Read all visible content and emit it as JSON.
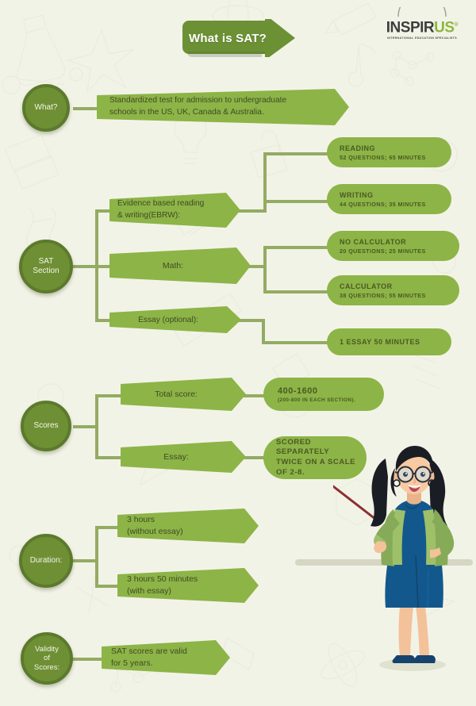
{
  "header": {
    "banner_title": "What is SAT?",
    "logo": {
      "word_part1": "INSPIR",
      "word_part2": "US",
      "registered": "®",
      "tagline": "INTERNATIONAL EDUCATION SPECIALISTS"
    }
  },
  "colors": {
    "background": "#f2f3e7",
    "pill_green": "#8db447",
    "node_green": "#6f8f35",
    "node_ring": "#5b7a2c",
    "connector": "#93ab63",
    "banner_green": "#6b9134",
    "text_dark": "#3f4a24",
    "logo_accent": "#8cb73e",
    "shelf": "#d5d6c4",
    "dress_blue": "#13588c",
    "cardigan_green": "#86ab58"
  },
  "sections": [
    {
      "node": "What?",
      "items": [
        {
          "text": "Standardized test for admission to undergraduate\nschools in the US, UK, Canada & Australia."
        }
      ]
    },
    {
      "node": "SAT\nSection",
      "items": [
        {
          "text": "Evidence based reading\n& writing(EBRW):",
          "details": [
            {
              "title": "READING",
              "sub": "52 QUESTIONS; 65 MINUTES"
            },
            {
              "title": "WRITING",
              "sub": "44 QUESTIONS; 35 MINUTES"
            }
          ]
        },
        {
          "text": "Math:",
          "details": [
            {
              "title": "NO CALCULATOR",
              "sub": "20 QUESTIONS; 25 MINUTES"
            },
            {
              "title": "CALCULATOR",
              "sub": "38 QUESTIONS; 55 MINUTES"
            }
          ]
        },
        {
          "text": "Essay (optional):",
          "details": [
            {
              "title": "1 ESSAY 50 MINUTES",
              "sub": ""
            }
          ]
        }
      ]
    },
    {
      "node": "Scores",
      "items": [
        {
          "text": "Total score:",
          "details": [
            {
              "title": "400-1600",
              "sub": "(200-800 IN EACH SECTION)."
            }
          ]
        },
        {
          "text": "Essay:",
          "details": [
            {
              "title": "SCORED SEPARATELY\nTWICE ON A SCALE\nOF 2-8.",
              "sub": ""
            }
          ]
        }
      ]
    },
    {
      "node": "Duration:",
      "items": [
        {
          "text": "3 hours\n(without essay)"
        },
        {
          "text": "3 hours 50 minutes\n(with essay)"
        }
      ]
    },
    {
      "node": "Validity\nof\nScores:",
      "items": [
        {
          "text": "SAT scores are valid\nfor 5 years."
        }
      ]
    }
  ],
  "nodes": {
    "what": "What?",
    "sat_section": "SAT\nSection",
    "scores": "Scores",
    "duration": "Duration:",
    "validity": "Validity\nof\nScores:"
  },
  "boxes": {
    "what_desc": "Standardized test for admission to undergraduate\nschools in the US, UK, Canada & Australia.",
    "ebrw": "Evidence based reading\n& writing(EBRW):",
    "math": "Math:",
    "essay_optional": "Essay (optional):",
    "reading_title": "READING",
    "reading_sub": "52 QUESTIONS; 65 MINUTES",
    "writing_title": "WRITING",
    "writing_sub": "44 QUESTIONS; 35 MINUTES",
    "nocalc_title": "NO CALCULATOR",
    "nocalc_sub": "20 QUESTIONS; 25 MINUTES",
    "calc_title": "CALCULATOR",
    "calc_sub": "38 QUESTIONS; 55 MINUTES",
    "essay_minutes": "1 ESSAY 50 MINUTES",
    "total_score": "Total score:",
    "total_score_value": "400-1600",
    "total_score_sub": "(200-800 IN EACH SECTION).",
    "essay_label": "Essay:",
    "essay_value": "SCORED SEPARATELY\nTWICE ON A SCALE\nOF 2-8.",
    "duration_no_essay": "3 hours\n(without essay)",
    "duration_with_essay": "3 hours 50 minutes\n(with essay)",
    "validity_text": "SAT scores are valid\nfor 5 years."
  },
  "illustration": {
    "name": "teacher-with-pointer",
    "description": "Female teacher with glasses, green cardigan and navy dress holding a pointer"
  }
}
